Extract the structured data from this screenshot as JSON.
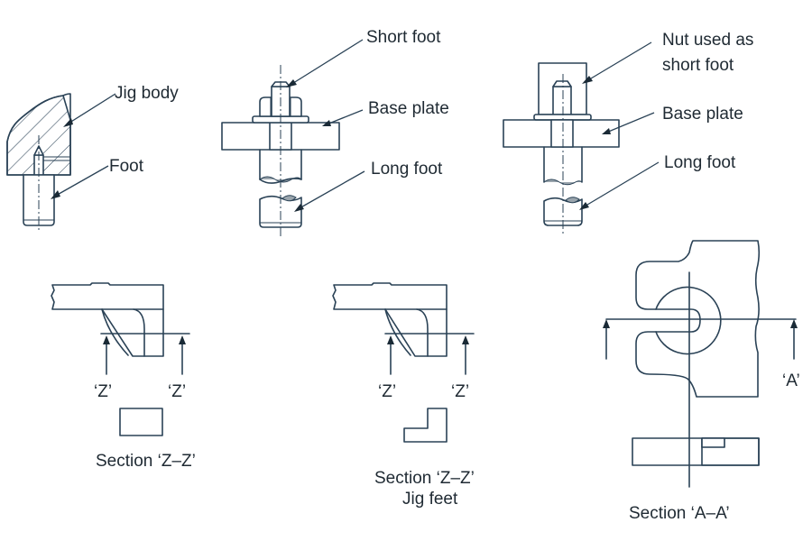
{
  "figure": {
    "subject": "Jig feet",
    "labels": {
      "jig_body": "Jig body",
      "foot": "Foot",
      "short_foot": "Short foot",
      "base_plate_1": "Base plate",
      "long_foot_1": "Long foot",
      "nut_line1": "Nut used as",
      "nut_line2": "short foot",
      "base_plate_2": "Base plate",
      "long_foot_2": "Long foot",
      "z_left_1": "‘Z’",
      "z_right_1": "‘Z’",
      "section_zz_1": "Section ‘Z–Z’",
      "z_left_2": "‘Z’",
      "z_right_2": "‘Z’",
      "section_zz_2": "Section ‘Z–Z’",
      "section_zz_2_sub": "Jig feet",
      "a_mark": "‘A’",
      "section_aa": "Section ‘A–A’"
    }
  }
}
